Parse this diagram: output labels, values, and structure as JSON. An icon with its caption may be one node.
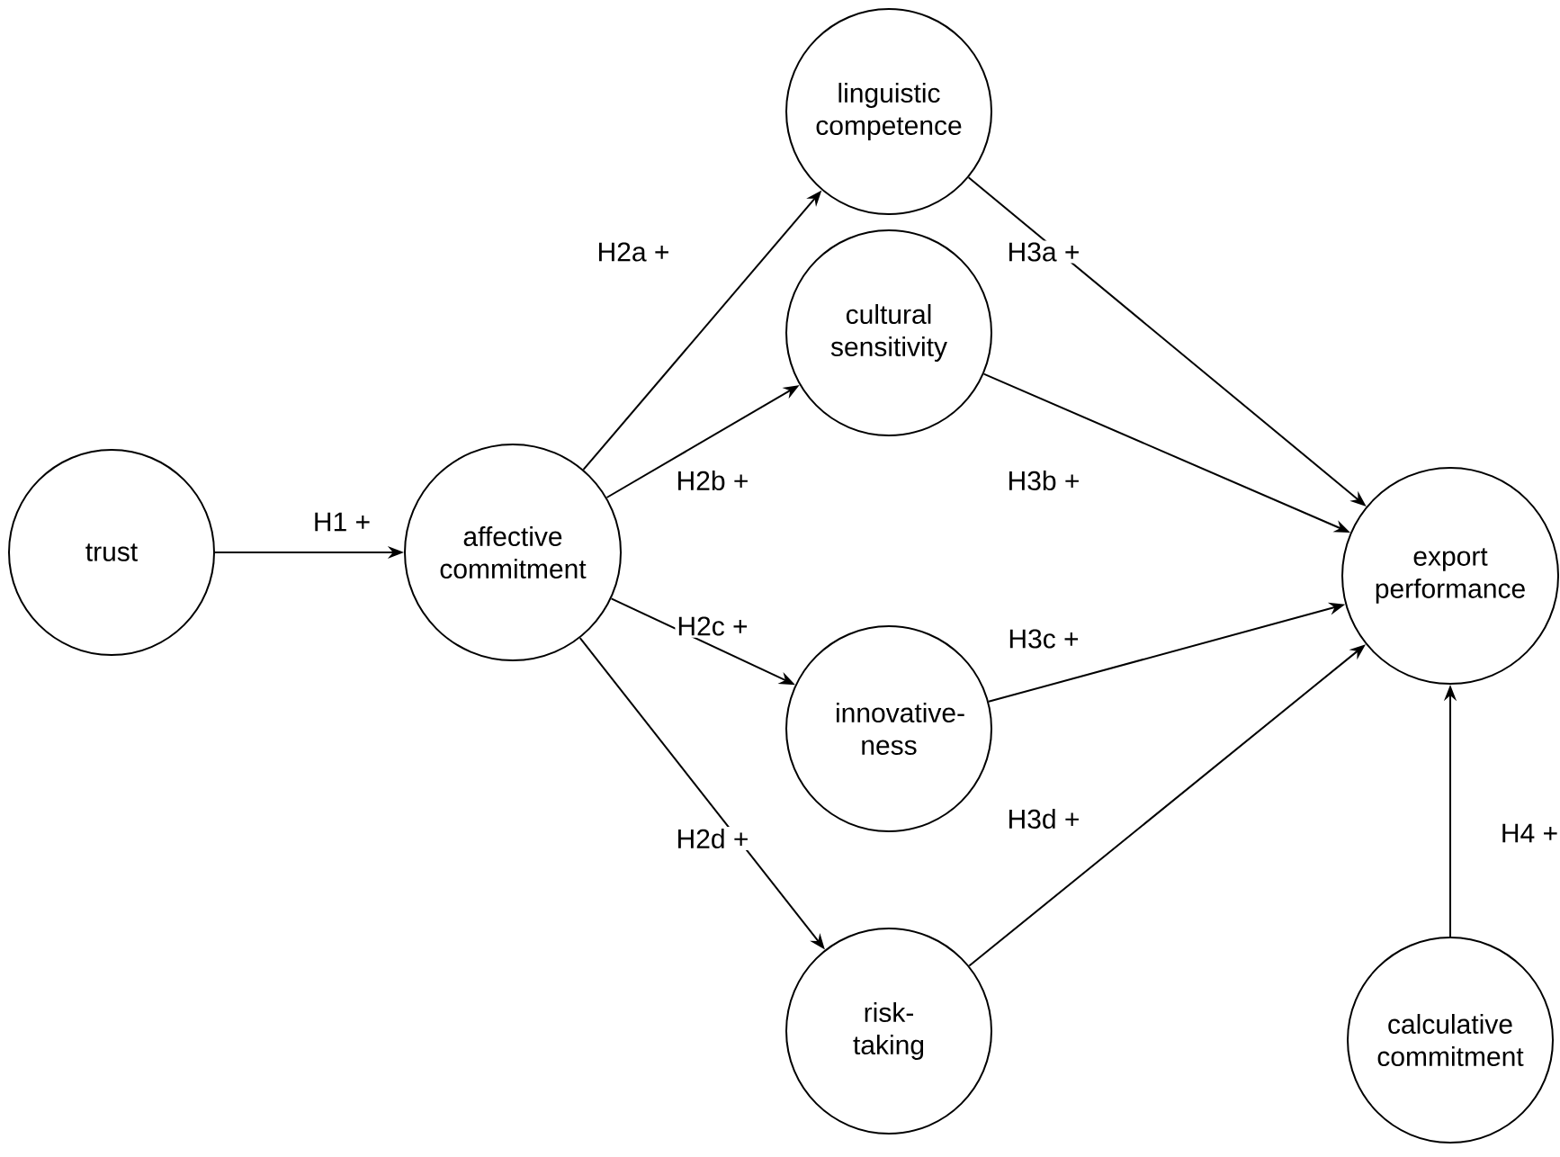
{
  "diagram": {
    "nodes": [
      {
        "text": [
          "trust"
        ]
      },
      {
        "text": [
          "affective commitment"
        ]
      },
      {
        "text": [
          "linguistic competence"
        ]
      },
      {
        "text": [
          "cultural sensitivity"
        ]
      },
      {
        "text": [
          "innovative- ness"
        ]
      },
      {
        "text": [
          "risk- taking"
        ]
      },
      {
        "text": [
          "export performance"
        ]
      },
      {
        "text": [
          "calculative commitment"
        ]
      }
    ],
    "edges": [
      {
        "from": 0,
        "to": 1,
        "arrow": "to",
        "label": "H1 +"
      },
      {
        "from": 1,
        "to": 2,
        "arrow": "to",
        "label": "H2a +"
      },
      {
        "from": 1,
        "to": 3,
        "arrow": "to",
        "label": "H2b +"
      },
      {
        "from": 1,
        "to": 4,
        "arrow": "to",
        "label": "H2c +"
      },
      {
        "from": 1,
        "to": 5,
        "arrow": "to",
        "label": "H2d +"
      },
      {
        "from": 2,
        "to": 6,
        "arrow": "to",
        "label": "H3a +"
      },
      {
        "from": 3,
        "to": 6,
        "arrow": "to",
        "label": "H3b +"
      },
      {
        "from": 4,
        "to": 6,
        "arrow": "to",
        "label": "H3c +"
      },
      {
        "from": 5,
        "to": 6,
        "arrow": "to",
        "label": "H3d +"
      },
      {
        "from": 7,
        "to": 6,
        "arrow": "to",
        "label": "H4 +"
      }
    ]
  }
}
